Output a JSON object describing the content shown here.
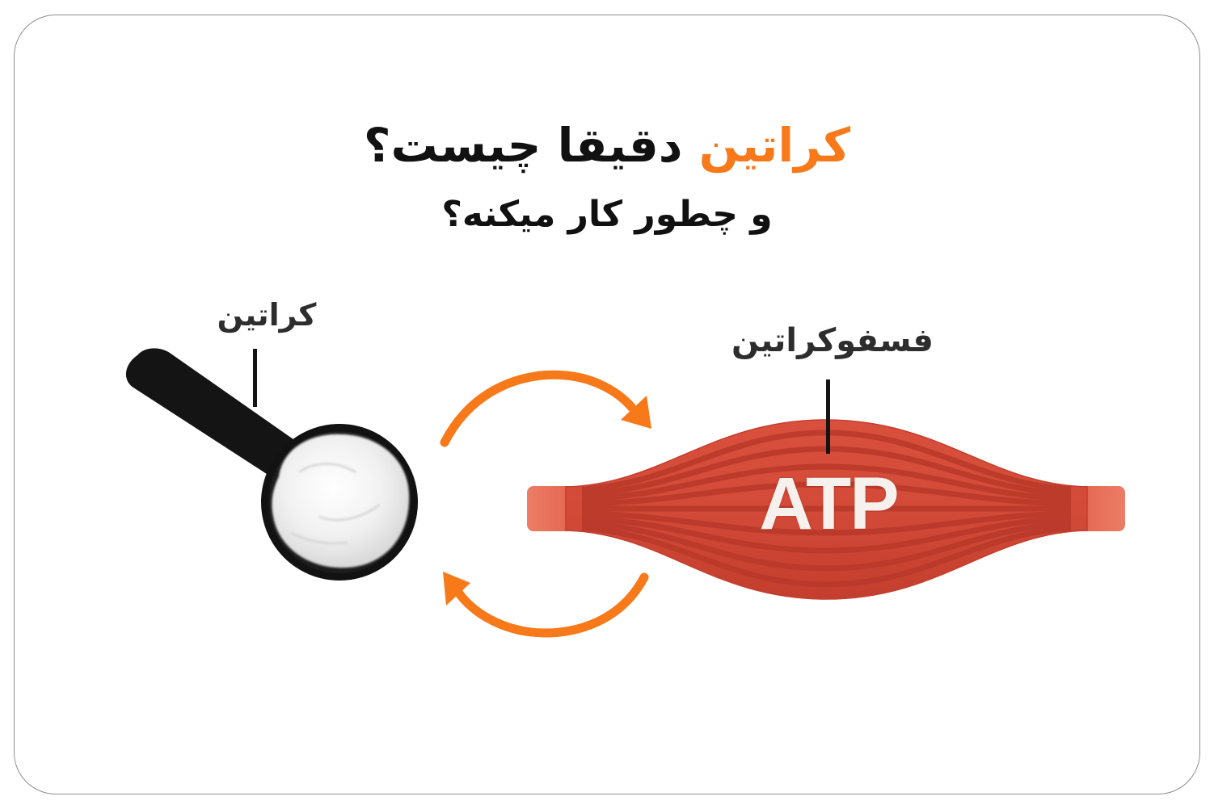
{
  "header": {
    "title_accent": "کراتین",
    "title_rest": " دقیقا چیست؟",
    "subtitle": "و چطور کار میکنه؟"
  },
  "diagram": {
    "left_label": "کراتین",
    "right_label": "فسفوکراتین",
    "muscle_text": "ATP",
    "icons": {
      "scoop": "powder-scoop-icon",
      "arrow_top": "curved-arrow-right-icon",
      "arrow_bottom": "curved-arrow-left-icon",
      "muscle": "muscle-fiber-icon"
    }
  },
  "colors": {
    "accent": "#f7791a",
    "title_text": "#111111",
    "label_text": "#2d2d2d",
    "muscle_red": "#d24a38",
    "muscle_dark": "#b8382a",
    "muscle_tendon": "#e8725c",
    "scoop": "#141414",
    "powder": "#f2f2f2",
    "frame_border": "#8e8e8e"
  }
}
